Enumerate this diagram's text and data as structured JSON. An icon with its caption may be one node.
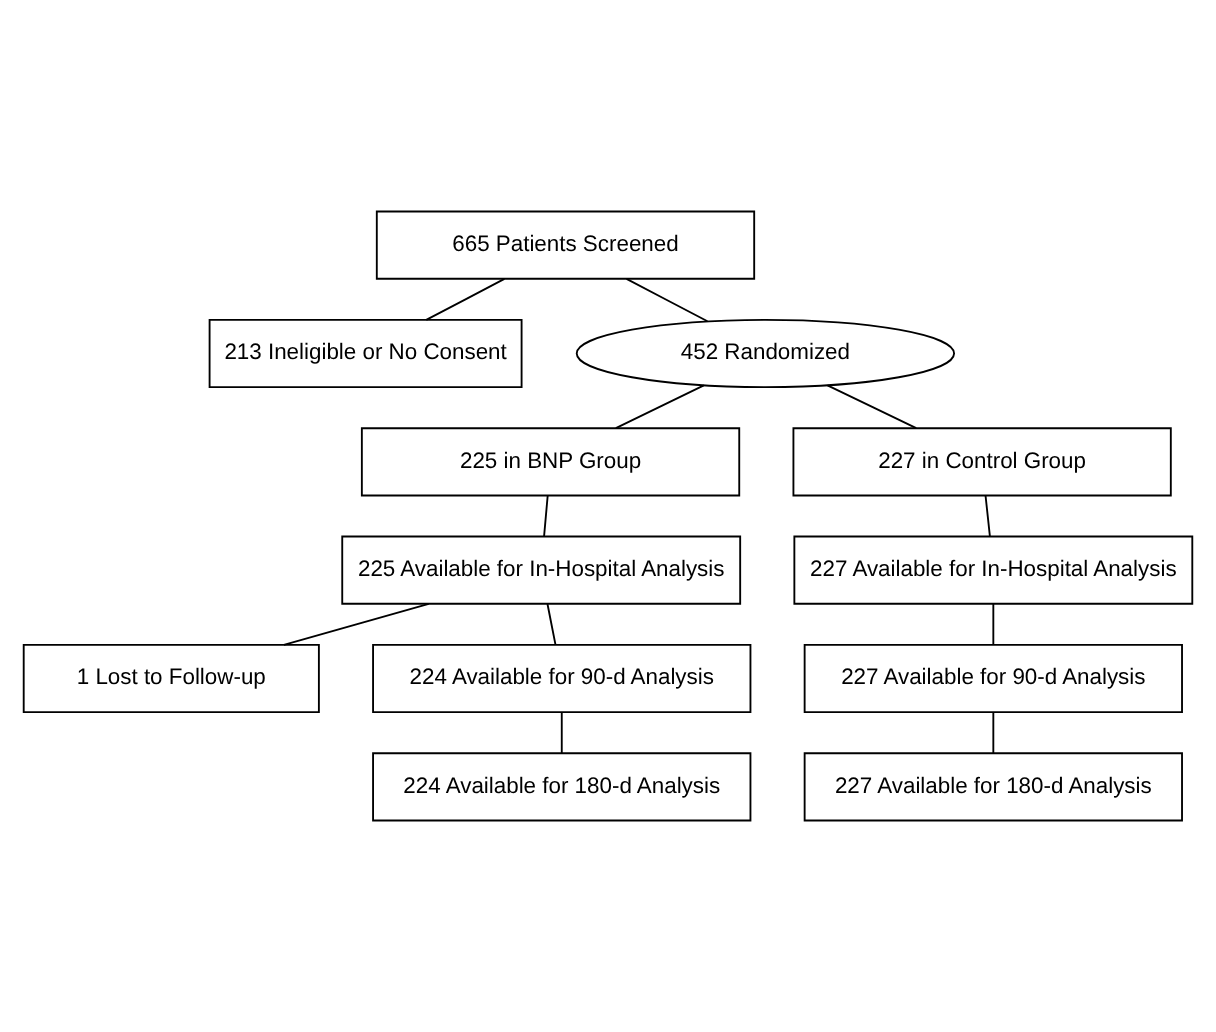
{
  "diagram": {
    "nodes": [
      {
        "text": [
          "665 Patients Screened"
        ]
      },
      {
        "text": [
          "213 Ineligible or No Consent"
        ]
      },
      {
        "text": [
          "452 Randomized"
        ]
      },
      {
        "text": [
          "225 in BNP Group"
        ]
      },
      {
        "text": [
          "227 in Control Group"
        ]
      },
      {
        "text": [
          "225 Available for In-Hospital Analysis"
        ]
      },
      {
        "text": [
          "227 Available for In-Hospital Analysis"
        ]
      },
      {
        "text": [
          "1 Lost to Follow-up"
        ]
      },
      {
        "text": [
          "224 Available for 90-d Analysis"
        ]
      },
      {
        "text": [
          "227 Available for 90-d Analysis"
        ]
      },
      {
        "text": [
          "224 Available for 180-d Analysis"
        ]
      },
      {
        "text": [
          "227 Available for 180-d Analysis"
        ]
      }
    ],
    "edges": [
      {
        "from": 0,
        "to": 1,
        "arrow": "none"
      },
      {
        "from": 0,
        "to": 2,
        "arrow": "none"
      },
      {
        "from": 2,
        "to": 3,
        "arrow": "none"
      },
      {
        "from": 2,
        "to": 4,
        "arrow": "none"
      },
      {
        "from": 3,
        "to": 5,
        "arrow": "none"
      },
      {
        "from": 4,
        "to": 6,
        "arrow": "none"
      },
      {
        "from": 5,
        "to": 7,
        "arrow": "none"
      },
      {
        "from": 5,
        "to": 8,
        "arrow": "none"
      },
      {
        "from": 6,
        "to": 9,
        "arrow": "none"
      },
      {
        "from": 8,
        "to": 10,
        "arrow": "none"
      },
      {
        "from": 9,
        "to": 11,
        "arrow": "none"
      }
    ]
  }
}
